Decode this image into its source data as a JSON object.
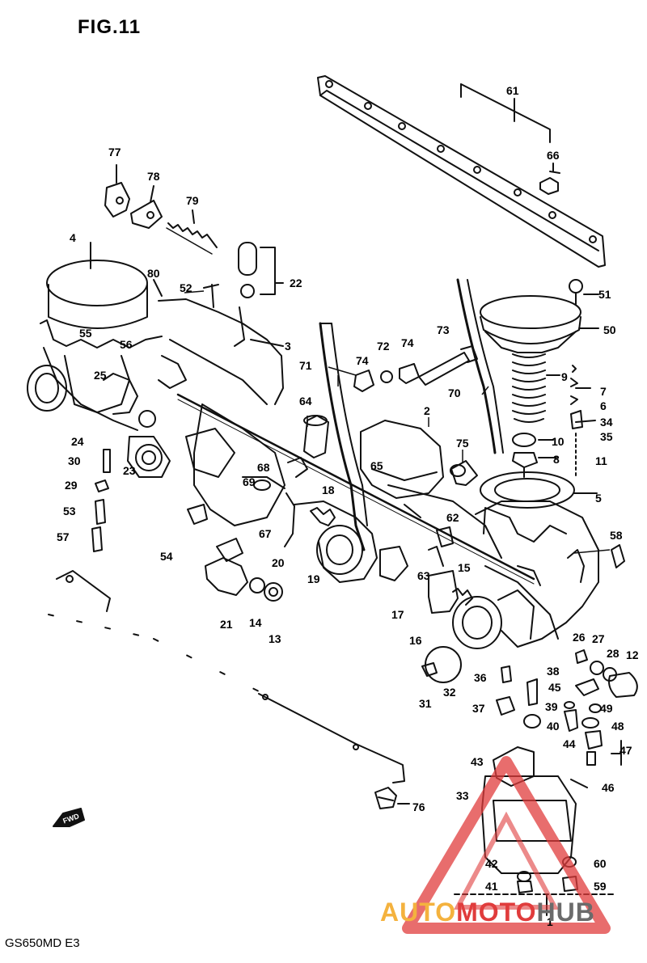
{
  "figure_title": "FIG.11",
  "model_code": "GS650MD E3",
  "watermark": {
    "auto": "AUTO",
    "moto": "MOTO",
    "hub": "HUB",
    "color_red": "#e03c3c",
    "color_orange": "#f4b23e",
    "color_gray": "#6b6b6b"
  },
  "fwd_label": "FWD",
  "bottom_callout": "1",
  "parts": [
    {
      "num": "61"
    },
    {
      "num": "66"
    },
    {
      "num": "77"
    },
    {
      "num": "78"
    },
    {
      "num": "79"
    },
    {
      "num": "4"
    },
    {
      "num": "80"
    },
    {
      "num": "52"
    },
    {
      "num": "22"
    },
    {
      "num": "51"
    },
    {
      "num": "50"
    },
    {
      "num": "3"
    },
    {
      "num": "55"
    },
    {
      "num": "56"
    },
    {
      "num": "25"
    },
    {
      "num": "71"
    },
    {
      "num": "74"
    },
    {
      "num": "72"
    },
    {
      "num": "74"
    },
    {
      "num": "73"
    },
    {
      "num": "9"
    },
    {
      "num": "70"
    },
    {
      "num": "7"
    },
    {
      "num": "6"
    },
    {
      "num": "34"
    },
    {
      "num": "64"
    },
    {
      "num": "2"
    },
    {
      "num": "35"
    },
    {
      "num": "24"
    },
    {
      "num": "23"
    },
    {
      "num": "30"
    },
    {
      "num": "10"
    },
    {
      "num": "75"
    },
    {
      "num": "8"
    },
    {
      "num": "11"
    },
    {
      "num": "65"
    },
    {
      "num": "68"
    },
    {
      "num": "29"
    },
    {
      "num": "69"
    },
    {
      "num": "18"
    },
    {
      "num": "5"
    },
    {
      "num": "53"
    },
    {
      "num": "62"
    },
    {
      "num": "67"
    },
    {
      "num": "58"
    },
    {
      "num": "57"
    },
    {
      "num": "54"
    },
    {
      "num": "20"
    },
    {
      "num": "15"
    },
    {
      "num": "19"
    },
    {
      "num": "63"
    },
    {
      "num": "17"
    },
    {
      "num": "21"
    },
    {
      "num": "14"
    },
    {
      "num": "16"
    },
    {
      "num": "13"
    },
    {
      "num": "26"
    },
    {
      "num": "27"
    },
    {
      "num": "28"
    },
    {
      "num": "12"
    },
    {
      "num": "36"
    },
    {
      "num": "38"
    },
    {
      "num": "45"
    },
    {
      "num": "31"
    },
    {
      "num": "32"
    },
    {
      "num": "37"
    },
    {
      "num": "39"
    },
    {
      "num": "49"
    },
    {
      "num": "40"
    },
    {
      "num": "48"
    },
    {
      "num": "44"
    },
    {
      "num": "47"
    },
    {
      "num": "43"
    },
    {
      "num": "46"
    },
    {
      "num": "33"
    },
    {
      "num": "76"
    },
    {
      "num": "42"
    },
    {
      "num": "60"
    },
    {
      "num": "41"
    },
    {
      "num": "59"
    }
  ]
}
